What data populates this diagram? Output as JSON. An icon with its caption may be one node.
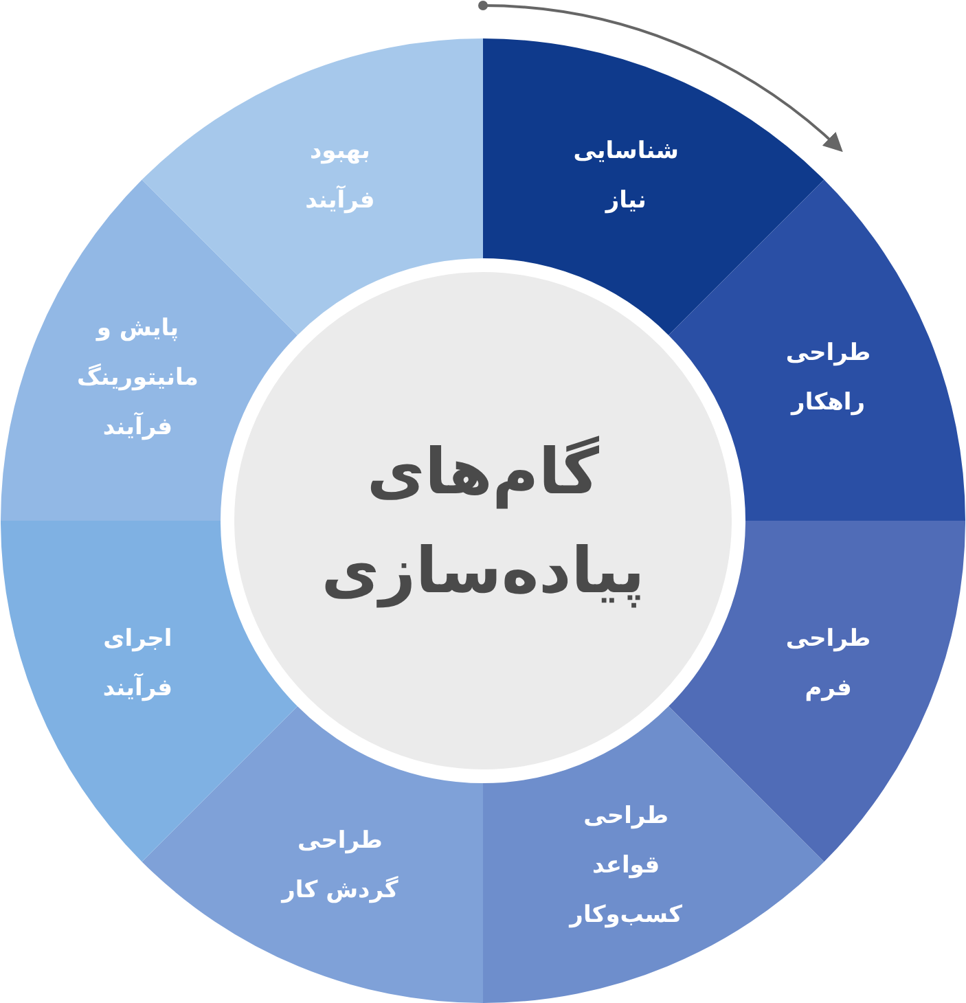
{
  "diagram": {
    "nodes": [
      {
        "text": [
          "گام‌های پیاده‌سازی"
        ]
      },
      {
        "text": [
          "شناسایی نیاز"
        ]
      },
      {
        "text": [
          "طراحی راهکار"
        ]
      },
      {
        "text": [
          "طراحی فرم"
        ]
      },
      {
        "text": [
          "طراحی قواعد کسب‌وکار"
        ]
      },
      {
        "text": [
          "طراحی گردش کار"
        ]
      },
      {
        "text": [
          "اجرای فرآیند"
        ]
      },
      {
        "text": [
          "پایش و مانیتورینگ فرآیند"
        ]
      },
      {
        "text": [
          "بهبود فرآیند"
        ]
      }
    ]
  }
}
